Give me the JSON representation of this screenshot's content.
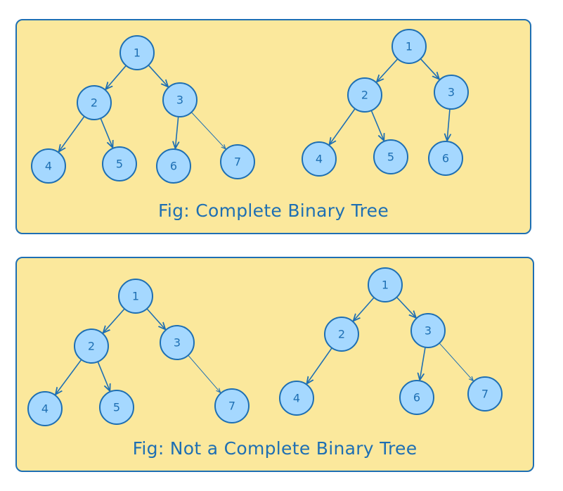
{
  "colors": {
    "panel_fill": "#fbe89c",
    "border": "#1e6fb3",
    "node_fill": "#a5d8ff",
    "text": "#1e6fb3"
  },
  "panels": [
    {
      "caption": "Fig: Complete Binary Tree",
      "trees": [
        {
          "nodes": [
            {
              "id": "a1",
              "label": "1"
            },
            {
              "id": "a2",
              "label": "2"
            },
            {
              "id": "a3",
              "label": "3"
            },
            {
              "id": "a4",
              "label": "4"
            },
            {
              "id": "a5",
              "label": "5"
            },
            {
              "id": "a6",
              "label": "6"
            },
            {
              "id": "a7",
              "label": "7"
            }
          ],
          "edges": [
            [
              "a1",
              "a2"
            ],
            [
              "a1",
              "a3"
            ],
            [
              "a2",
              "a4"
            ],
            [
              "a2",
              "a5"
            ],
            [
              "a3",
              "a6"
            ],
            [
              "a3",
              "a7"
            ]
          ]
        },
        {
          "nodes": [
            {
              "id": "b1",
              "label": "1"
            },
            {
              "id": "b2",
              "label": "2"
            },
            {
              "id": "b3",
              "label": "3"
            },
            {
              "id": "b4",
              "label": "4"
            },
            {
              "id": "b5",
              "label": "5"
            },
            {
              "id": "b6",
              "label": "6"
            }
          ],
          "edges": [
            [
              "b1",
              "b2"
            ],
            [
              "b1",
              "b3"
            ],
            [
              "b2",
              "b4"
            ],
            [
              "b2",
              "b5"
            ],
            [
              "b3",
              "b6"
            ]
          ]
        }
      ]
    },
    {
      "caption": "Fig: Not a Complete Binary Tree",
      "trees": [
        {
          "nodes": [
            {
              "id": "c1",
              "label": "1"
            },
            {
              "id": "c2",
              "label": "2"
            },
            {
              "id": "c3",
              "label": "3"
            },
            {
              "id": "c4",
              "label": "4"
            },
            {
              "id": "c5",
              "label": "5"
            },
            {
              "id": "c7",
              "label": "7"
            }
          ],
          "edges": [
            [
              "c1",
              "c2"
            ],
            [
              "c1",
              "c3"
            ],
            [
              "c2",
              "c4"
            ],
            [
              "c2",
              "c5"
            ],
            [
              "c3",
              "c7"
            ]
          ]
        },
        {
          "nodes": [
            {
              "id": "d1",
              "label": "1"
            },
            {
              "id": "d2",
              "label": "2"
            },
            {
              "id": "d3",
              "label": "3"
            },
            {
              "id": "d4",
              "label": "4"
            },
            {
              "id": "d6",
              "label": "6"
            },
            {
              "id": "d7",
              "label": "7"
            }
          ],
          "edges": [
            [
              "d1",
              "d2"
            ],
            [
              "d1",
              "d3"
            ],
            [
              "d2",
              "d4"
            ],
            [
              "d3",
              "d6"
            ],
            [
              "d3",
              "d7"
            ]
          ]
        }
      ]
    }
  ]
}
